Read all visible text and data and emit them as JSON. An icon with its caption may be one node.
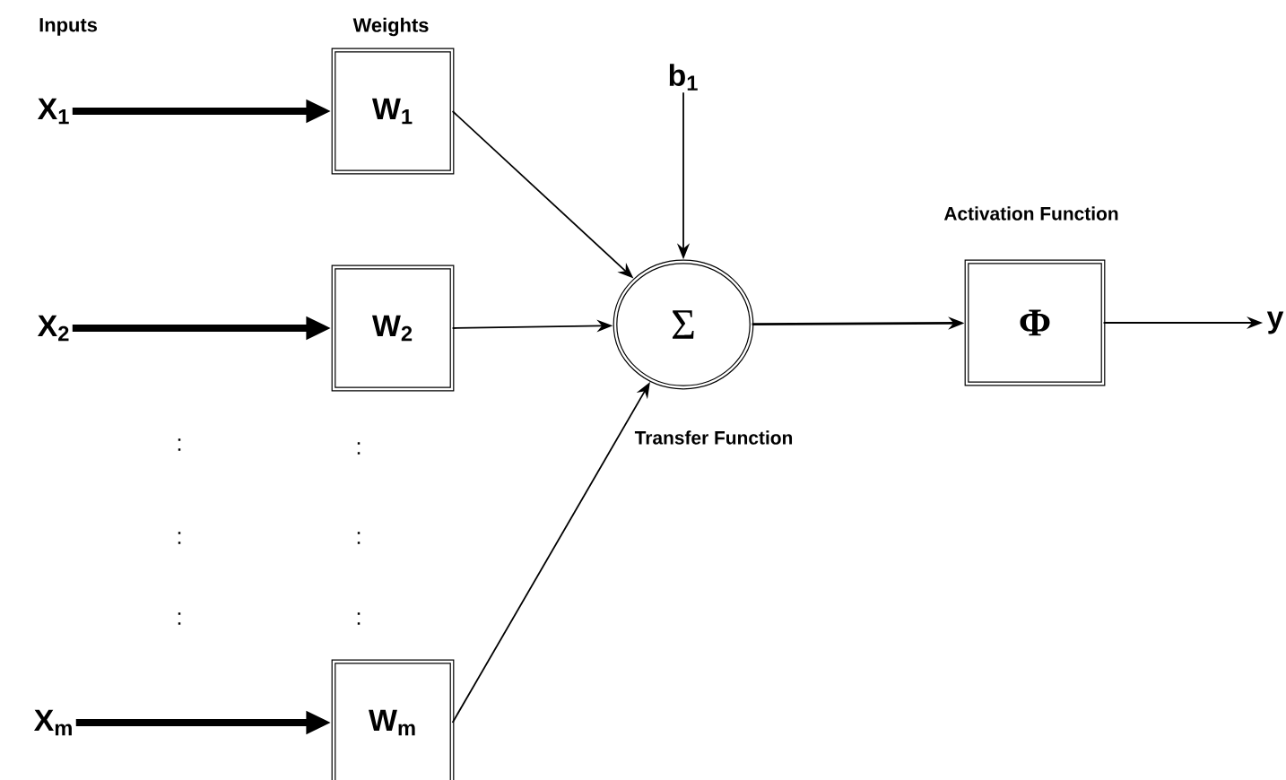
{
  "diagram": {
    "nodes": [
      {
        "text": [
          "X$_{1}$"
        ]
      },
      {
        "text": [
          "W$_{1}$"
        ]
      },
      {
        "text": [
          "X$_{2}$"
        ]
      },
      {
        "text": [
          "W$_{2}$"
        ]
      },
      {
        "text": [
          "X$_{m}$"
        ]
      },
      {
        "text": [
          "W$_{m}$"
        ]
      },
      {
        "text": [
          "b$_{1}$"
        ]
      },
      {
        "text": [
          "Σ"
        ],
        "beside": [
          "Transfer Function"
        ]
      },
      {
        "text": [
          "Φ"
        ],
        "beside": [
          "Activation Function"
        ]
      },
      {
        "text": [
          "y"
        ]
      }
    ],
    "edges": [
      {
        "from": 0,
        "to": 1,
        "arrow": "to",
        "style": "thick"
      },
      {
        "from": 2,
        "to": 3,
        "arrow": "to",
        "style": "thick"
      },
      {
        "from": 4,
        "to": 5,
        "arrow": "to",
        "style": "thick"
      },
      {
        "from": 1,
        "to": 7,
        "arrow": "to"
      },
      {
        "from": 3,
        "to": 7,
        "arrow": "to"
      },
      {
        "from": 5,
        "to": 7,
        "arrow": "to"
      },
      {
        "from": 6,
        "to": 7,
        "arrow": "to"
      },
      {
        "from": 7,
        "to": 8,
        "arrow": "to"
      },
      {
        "from": 8,
        "to": 9,
        "arrow": "to"
      }
    ],
    "labels": [
      "Inputs",
      "Weights",
      ":",
      ":",
      ":",
      ":",
      ":",
      ":"
    ]
  }
}
